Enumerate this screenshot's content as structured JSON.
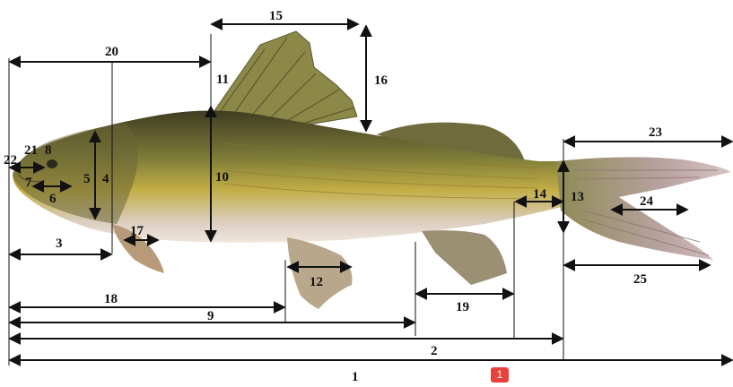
{
  "diagram": {
    "labels": [
      "1",
      "2",
      "3",
      "4",
      "5",
      "6",
      "7",
      "8",
      "9",
      "10",
      "11",
      "12",
      "13",
      "14",
      "15",
      "16",
      "17",
      "18",
      "19",
      "20",
      "21",
      "22",
      "23",
      "24",
      "25"
    ]
  },
  "badge": {
    "text": "1"
  },
  "colors": {
    "body_dark": "#4f4a2a",
    "body_mid": "#8f8a3d",
    "body_light": "#c7b24a",
    "belly": "#e6d6c6",
    "fin": "#6f6a3b",
    "tail_pink": "#b48a8a",
    "line": "#111111"
  }
}
